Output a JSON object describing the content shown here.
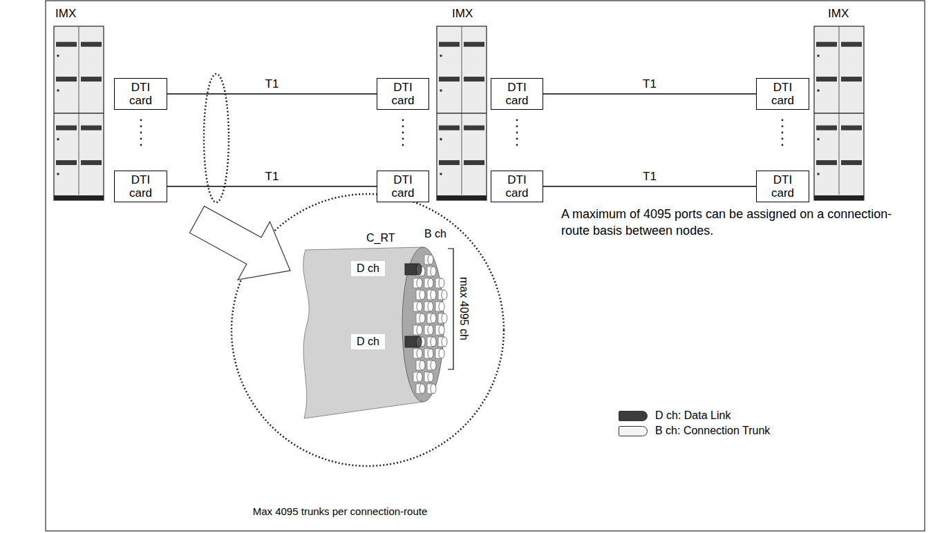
{
  "diagram": {
    "caption": "Max 4095 trunks per connection-route",
    "nodes": [
      {
        "text": [
          "IMX"
        ]
      },
      {
        "text": [
          "DTI card"
        ]
      },
      {
        "text": [
          "DTI card"
        ]
      },
      {
        "text": [
          "IMX"
        ]
      },
      {
        "text": [
          "DTI card"
        ]
      },
      {
        "text": [
          "DTI card"
        ]
      },
      {
        "text": [
          "DTI card"
        ]
      },
      {
        "text": [
          "DTI card"
        ]
      },
      {
        "text": [
          "IMX"
        ]
      },
      {
        "text": [
          "DTI card"
        ]
      },
      {
        "text": [
          "DTI card"
        ]
      }
    ],
    "edges": [
      {
        "from": 1,
        "to": 4,
        "arrow": "none",
        "label": "T1"
      },
      {
        "from": 2,
        "to": 6,
        "arrow": "none",
        "label": "T1"
      },
      {
        "from": 5,
        "to": 9,
        "arrow": "none",
        "label": "T1"
      },
      {
        "from": 7,
        "to": 10,
        "arrow": "none",
        "label": "T1"
      }
    ],
    "labels": [
      "C_RT",
      "B ch",
      "D ch",
      "D ch",
      "max 4095 ch",
      "A maximum of 4095 ports can be assigned on a connection-route basis between nodes."
    ],
    "legend": [
      {
        "text": "D ch: Data Link",
        "color": "#3c3c3c"
      },
      {
        "text": "B ch: Connection Trunk",
        "color": "#f4f4f4"
      }
    ]
  }
}
